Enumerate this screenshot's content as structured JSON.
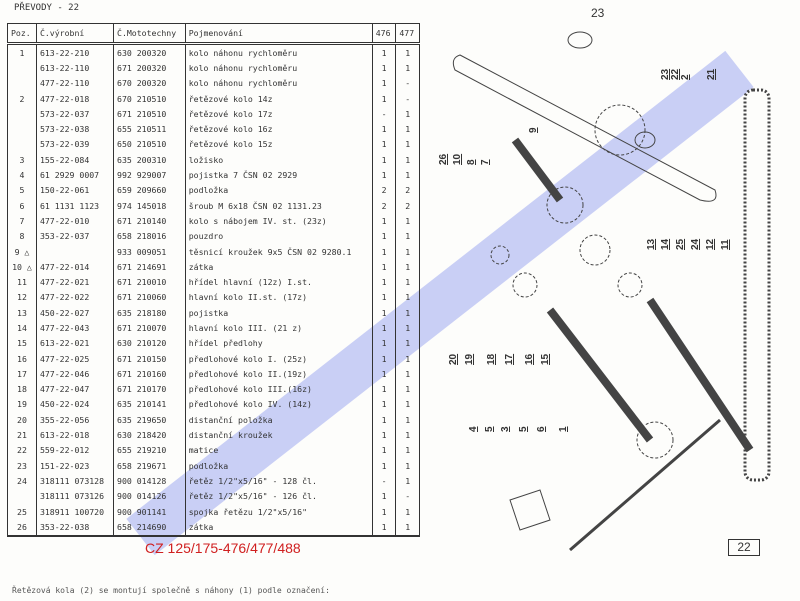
{
  "section_title": "PŘEVODY - 22",
  "page_number": "23",
  "figure_number": "22",
  "headers": {
    "pos": "Poz.",
    "prod": "Č.výrobní",
    "moto": "Č.Mototechny",
    "name": "Pojmenování",
    "m476": "476",
    "m477": "477"
  },
  "rows": [
    [
      "1",
      "613-22-210",
      "630 200320",
      "kolo náhonu rychloměru",
      "1",
      "1"
    ],
    [
      "",
      "613-22-110",
      "671 200320",
      "kolo náhonu rychloměru",
      "1",
      "1"
    ],
    [
      "",
      "477-22-110",
      "670 200320",
      "kolo náhonu rychloměru",
      "1",
      "-"
    ],
    [
      "2",
      "477-22-018",
      "670 210510",
      "řetězové kolo 14z",
      "1",
      "-"
    ],
    [
      "",
      "573-22-037",
      "671 210510",
      "řetězové kolo 17z",
      "-",
      "1"
    ],
    [
      "",
      "573-22-038",
      "655 210511",
      "řetězové kolo 16z",
      "1",
      "1"
    ],
    [
      "",
      "573-22-039",
      "650 210510",
      "řetězové kolo 15z",
      "1",
      "1"
    ],
    [
      "3",
      "155-22-084",
      "635 200310",
      "ložisko",
      "1",
      "1"
    ],
    [
      "4",
      "61 2929 0007",
      "992 929007",
      "pojistka 7  ČSN 02 2929",
      "1",
      "1"
    ],
    [
      "5",
      "150-22-061",
      "659 209660",
      "podložka",
      "2",
      "2"
    ],
    [
      "6",
      "61 1131 1123",
      "974 145018",
      "šroub M 6x18 ČSN 02 1131.23",
      "2",
      "2"
    ],
    [
      "7",
      "477-22-010",
      "671 210140",
      "kolo s nábojem IV. st. (23z)",
      "1",
      "1"
    ],
    [
      "8",
      "353-22-037",
      "658 218016",
      "pouzdro",
      "1",
      "1"
    ],
    [
      "9 △",
      "",
      "933 009051",
      "těsnicí kroužek 9x5 ČSN 02 9280.1",
      "1",
      "1"
    ],
    [
      "10 △",
      "477-22-014",
      "671 214691",
      "zátka",
      "1",
      "1"
    ],
    [
      "11",
      "477-22-021",
      "671 210010",
      "hřídel hlavní (12z) I.st.",
      "1",
      "1"
    ],
    [
      "12",
      "477-22-022",
      "671 210060",
      "hlavní kolo II.st. (17z)",
      "1",
      "1"
    ],
    [
      "13",
      "450-22-027",
      "635 218180",
      "pojistka",
      "1",
      "1"
    ],
    [
      "14",
      "477-22-043",
      "671 210070",
      "hlavní kolo III. (21 z)",
      "1",
      "1"
    ],
    [
      "15",
      "613-22-021",
      "630 210120",
      "hřídel předlohy",
      "1",
      "1"
    ],
    [
      "16",
      "477-22-025",
      "671 210150",
      "předlohové kolo I. (25z)",
      "1",
      "1"
    ],
    [
      "17",
      "477-22-046",
      "671 210160",
      "předlohové kolo II.(19z)",
      "1",
      "1"
    ],
    [
      "18",
      "477-22-047",
      "671 210170",
      "předlohové kolo III.(16z)",
      "1",
      "1"
    ],
    [
      "19",
      "450-22-024",
      "635 210141",
      "předlohové kolo IV. (14z)",
      "1",
      "1"
    ],
    [
      "20",
      "355-22-056",
      "635 219650",
      "distanční položka",
      "1",
      "1"
    ],
    [
      "21",
      "613-22-018",
      "630 218420",
      "distanční kroužek",
      "1",
      "1"
    ],
    [
      "22",
      "559-22-012",
      "655 219210",
      "matice",
      "1",
      "1"
    ],
    [
      "23",
      "151-22-023",
      "658 219671",
      "podložka",
      "1",
      "1"
    ],
    [
      "24",
      "318111 073128",
      "900 014128",
      "řetěz 1/2\"x5/16\" - 128 čl.",
      "-",
      "1"
    ],
    [
      "",
      "318111 073126",
      "900 014126",
      "řetěz 1/2\"x5/16\" - 126 čl.",
      "1",
      "-"
    ],
    [
      "25",
      "318911 100720",
      "900 901141",
      "spojka řetězu 1/2\"x5/16\"",
      "1",
      "1"
    ],
    [
      "26",
      "353-22-038",
      "658 214690",
      "zátka",
      "1",
      "1"
    ]
  ],
  "caption": "CZ 125/175-476/477/488",
  "footer": "Řetězová kola (2) se montují společně s náhony (1) podle označení:",
  "callouts": [
    "26",
    "10",
    "8",
    "7",
    "9",
    "23",
    "22",
    "2",
    "21",
    "13",
    "14",
    "25",
    "24",
    "12",
    "11",
    "20",
    "19",
    "18",
    "17",
    "16",
    "15",
    "4",
    "5",
    "3",
    "5",
    "6",
    "1"
  ],
  "colors": {
    "caption": "#d02020",
    "watermark": "#4a5ae6"
  }
}
